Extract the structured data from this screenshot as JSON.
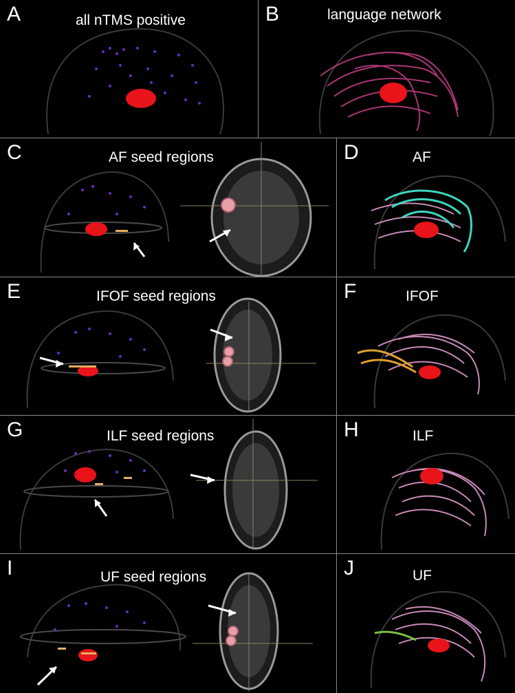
{
  "panels": {
    "A": {
      "letter": "A",
      "title": "all nTMS positive"
    },
    "B": {
      "letter": "B",
      "title": "language network"
    },
    "C": {
      "letter": "C",
      "title": "AF seed regions"
    },
    "D": {
      "letter": "D",
      "title": "AF"
    },
    "E": {
      "letter": "E",
      "title": "IFOF seed regions"
    },
    "F": {
      "letter": "F",
      "title": "IFOF"
    },
    "G": {
      "letter": "G",
      "title": "ILF seed regions"
    },
    "H": {
      "letter": "H",
      "title": "ILF"
    },
    "I": {
      "letter": "I",
      "title": "UF seed regions"
    },
    "J": {
      "letter": "J",
      "title": "UF"
    }
  },
  "colors": {
    "tumor": "#e8141a",
    "nTMS_points": "#6a2cc0",
    "tracts_language": "#c8408a",
    "tracts_pink": "#c88ab8",
    "AF": "#3fd6c0",
    "IFOF": "#e0a030",
    "UF": "#7ac040",
    "seed": "#e6b060",
    "mri_tumor": "#e7a0a8"
  }
}
